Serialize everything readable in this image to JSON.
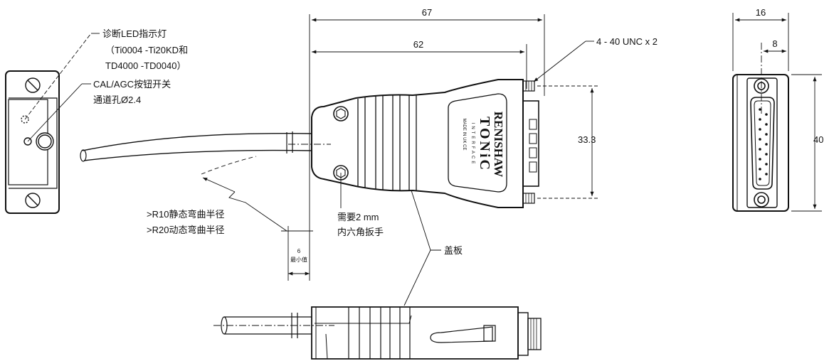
{
  "dimensions": {
    "overall_length": "67",
    "body_length": "62",
    "height_between_screws": "33.3",
    "side_width": "16",
    "side_offset": "8",
    "side_height": "40",
    "min_clearance_value": "6",
    "min_clearance_label": "最小值"
  },
  "callouts": {
    "led_line1": "诊断LED指示灯",
    "led_line2": "（Ti0004 -Ti20KD和",
    "led_line3": "TD4000 -TD0040）",
    "cal_line1": "CAL/AGC按钮开关",
    "cal_line2": "通道孔Ø2.4",
    "thread": "4 - 40 UNC x 2",
    "wrench_line1": "需要2 mm",
    "wrench_line2": "内六角扳手",
    "cover": "盖板",
    "bend_static": ">R10静态弯曲半径",
    "bend_dynamic": ">R20动态弯曲半径"
  },
  "product_label": {
    "brand": "RENISHAW",
    "product": "TONiC",
    "sub": "INTERFACE",
    "origin": "MADE IN UK   CE"
  }
}
